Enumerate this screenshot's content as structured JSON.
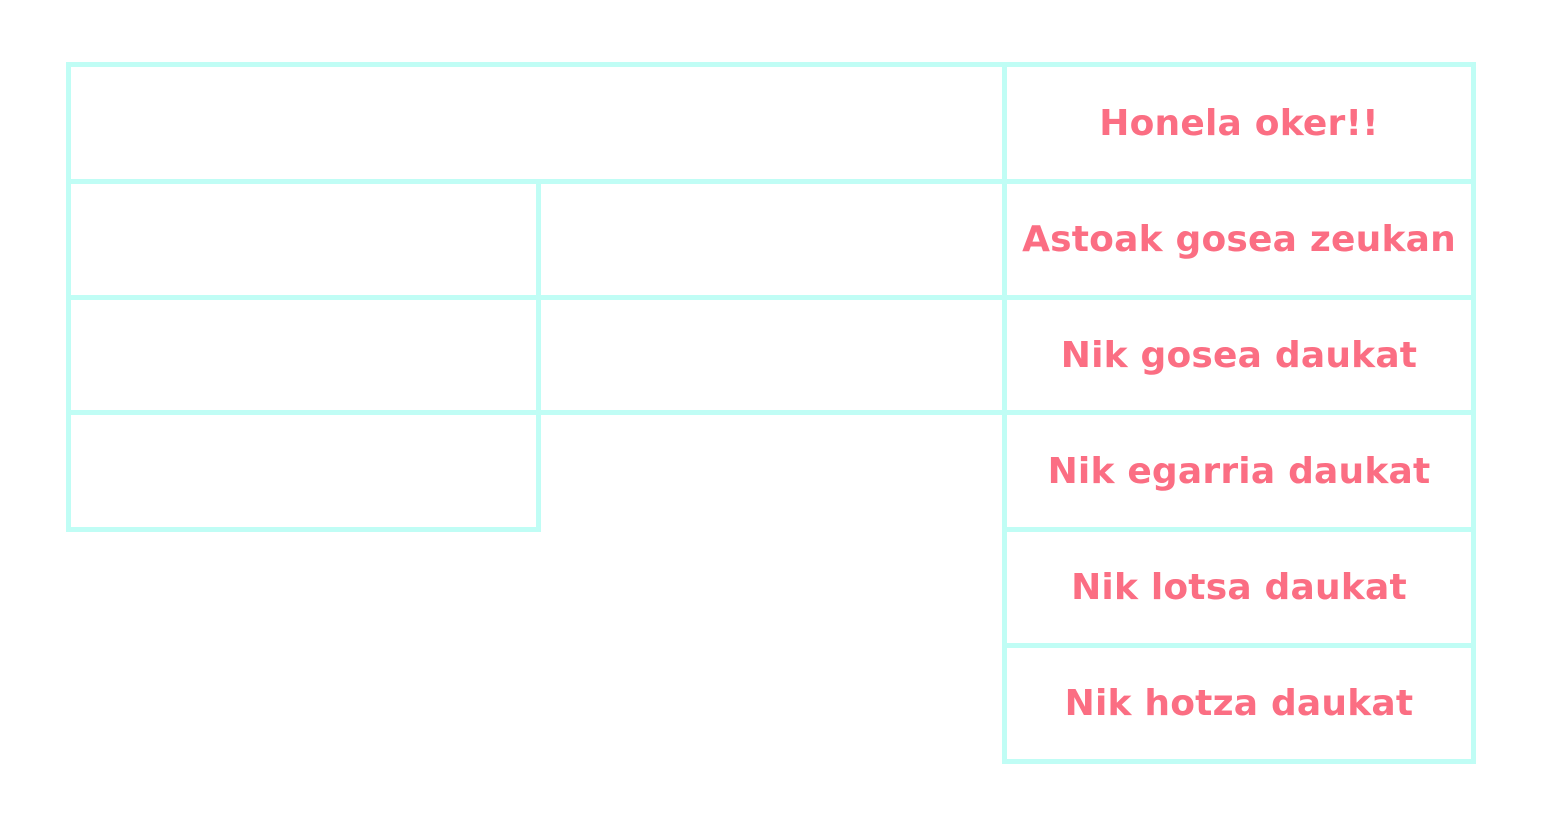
{
  "table": {
    "answers": [
      "Honela oker!!",
      "Astoak gosea zeukan",
      "Nik gosea daukat",
      "Nik egarria daukat",
      "Nik lotsa daukat",
      "Nik hotza daukat"
    ]
  },
  "colors": {
    "border": "#c0fdf5",
    "text": "#fb6e83"
  }
}
